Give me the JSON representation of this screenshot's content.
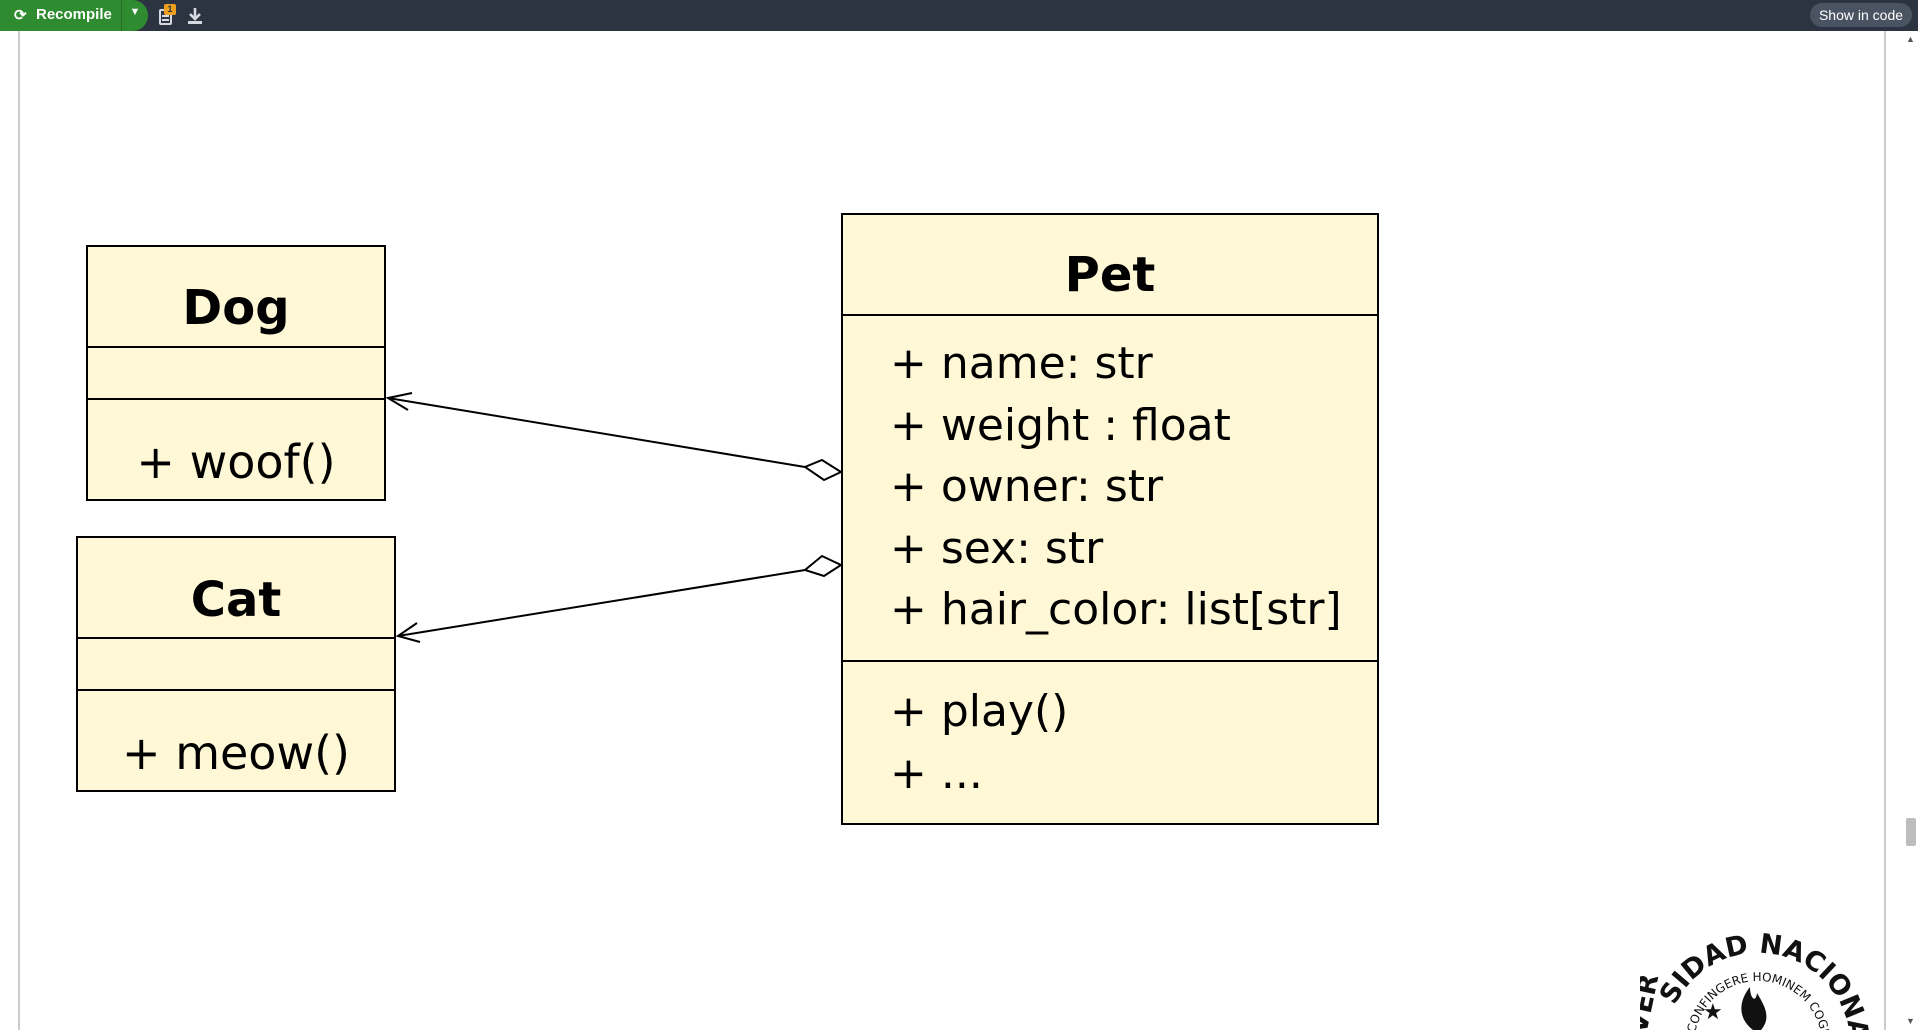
{
  "toolbar": {
    "recompile_label": "Recompile",
    "logs_badge": "1",
    "show_in_code_label": "Show in code",
    "icons": [
      "refresh-icon",
      "chevron-down-icon",
      "logs-icon",
      "download-icon"
    ]
  },
  "diagram": {
    "classes": [
      {
        "name": "Dog",
        "attributes": [],
        "methods": [
          "+ woof()"
        ]
      },
      {
        "name": "Cat",
        "attributes": [],
        "methods": [
          "+ meow()"
        ]
      },
      {
        "name": "Pet",
        "attributes": [
          "+ name: str",
          "+ weight : float",
          "+ owner: str",
          "+ sex: str",
          "+ hair_color: list[str]"
        ],
        "methods": [
          "+ play()",
          "+ ..."
        ]
      }
    ],
    "relations": [
      {
        "from": "Pet",
        "to": "Dog",
        "type": "aggregation"
      },
      {
        "from": "Pet",
        "to": "Cat",
        "type": "aggregation"
      }
    ],
    "class_fill": "#fff8d6",
    "line_color": "#000000"
  },
  "seal": {
    "top_text": "SIDAD NACIONAL DE ROS",
    "inner_text": "CONFINGERE HOMINEM COGITAN",
    "left_text": "VER"
  }
}
